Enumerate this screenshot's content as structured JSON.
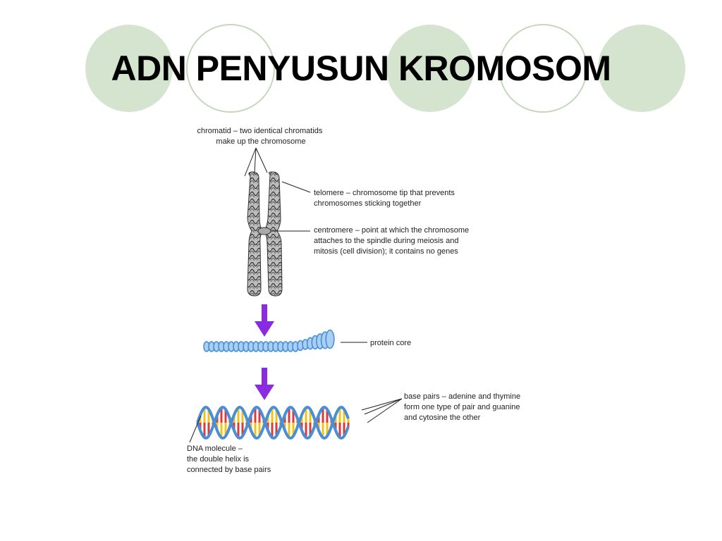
{
  "slide": {
    "title": "ADN PENYUSUN KROMOSOM",
    "accent_fill": "#d5e4cf",
    "accent_stroke": "#c5d8bd"
  },
  "diagram": {
    "chromatid_label": [
      "chromatid – two identical chromatids",
      "make up the chromosome"
    ],
    "telomere_label": [
      "telomere – chromosome tip that prevents",
      "chromosomes sticking together"
    ],
    "centromere_label": [
      "centromere – point at which the chromosome",
      "attaches to the spindle during meiosis and",
      "mitosis (cell division); it contains no genes"
    ],
    "protein_core_label": "protein core",
    "base_pairs_label": [
      "base pairs – adenine and thymine",
      "form one type of pair and guanine",
      "and cytosine the other"
    ],
    "dna_label": [
      "DNA molecule –",
      "the double helix is",
      "connected by base pairs"
    ],
    "colors": {
      "arrow": "#8a2be2",
      "protein": "#4a8fd6",
      "strand": "#4a8fd6",
      "pair_red": "#d93b3b",
      "pair_yellow": "#f2c21b",
      "chromosome_fill": "#9a9a9a"
    }
  }
}
